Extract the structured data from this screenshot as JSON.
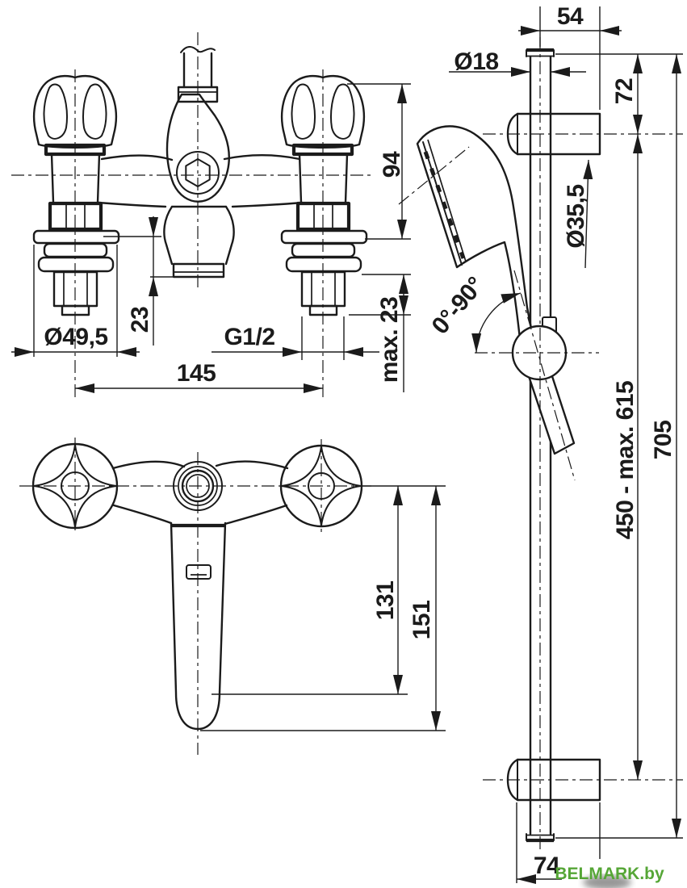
{
  "drawing": {
    "type": "faucet and shower rail dimensional drawing",
    "colors": {
      "line": "#1b1b1b",
      "watermark_green": "#55a636"
    },
    "dims": {
      "front": {
        "height": "94",
        "spout_drop": "23",
        "max_depth": "max. 23",
        "flange_dia": "Ø49,5",
        "thread": "G1/2",
        "spacing": "145"
      },
      "top": {
        "spout_len": "131",
        "spout_total": "151"
      },
      "rail": {
        "top_offset": "54",
        "tube_dia": "Ø18",
        "top_gap": "72",
        "bracket_dia": "Ø35,5",
        "angle": "0°-90°",
        "range": "450 - max. 615",
        "total": "705",
        "bottom_offset": "74"
      }
    },
    "watermark": {
      "text": "BELMARK.by"
    }
  }
}
